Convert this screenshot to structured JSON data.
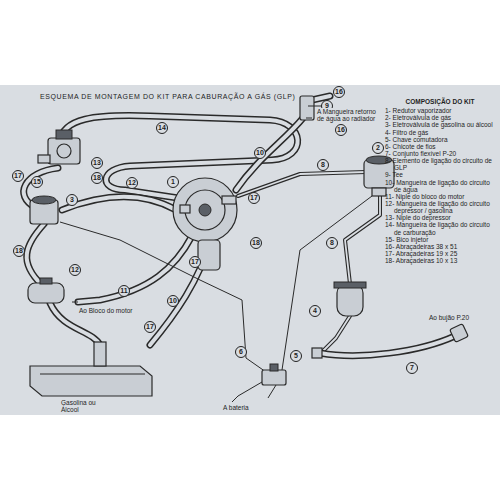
{
  "diagram": {
    "title": "ESQUEMA DE MONTAGEM DO KIT PARA CABURAÇÃO A GÁS (GLP)",
    "labels": [
      "COMPOSIÇÃO DO KIT",
      "1- Redutor vaporizador",
      "2- Eletroválvula de gás",
      "3- Eletroválvula de gasolina ou álcool",
      "4- Filtro de gás",
      "5- Chave comutadora",
      "6- Chicote de fios",
      "7- Conjunto flexível P-20",
      "8- Elemento de ligação do circuito de GLP",
      "9- Tee",
      "10- Mangueira de ligação do circuito de água",
      "11- Niple do bloco do motor",
      "12- Mangueira de ligação do circuito depressor / gasolina",
      "13- Niple do depressor",
      "14- Mangueira de ligação do circuito de carburação",
      "15- Bico injetor",
      "16- Abraçadeiras 38 x 51",
      "17- Abraçadeiras 19 x 25",
      "18- Abraçadeiras 10 x 13",
      "16",
      "9",
      "16",
      "14",
      "13",
      "18",
      "15",
      "17",
      "1",
      "10",
      "17",
      "2",
      "8",
      "3",
      "12",
      "18",
      "17",
      "18",
      "12",
      "11",
      "10",
      "8",
      "4",
      "17",
      "6",
      "5",
      "7",
      "A Mangueira retorno de água ao radiador",
      "Ao Bloco do motor",
      "Gasolina ou Álcool",
      "A bateria",
      "Ao bujão P.20"
    ]
  }
}
